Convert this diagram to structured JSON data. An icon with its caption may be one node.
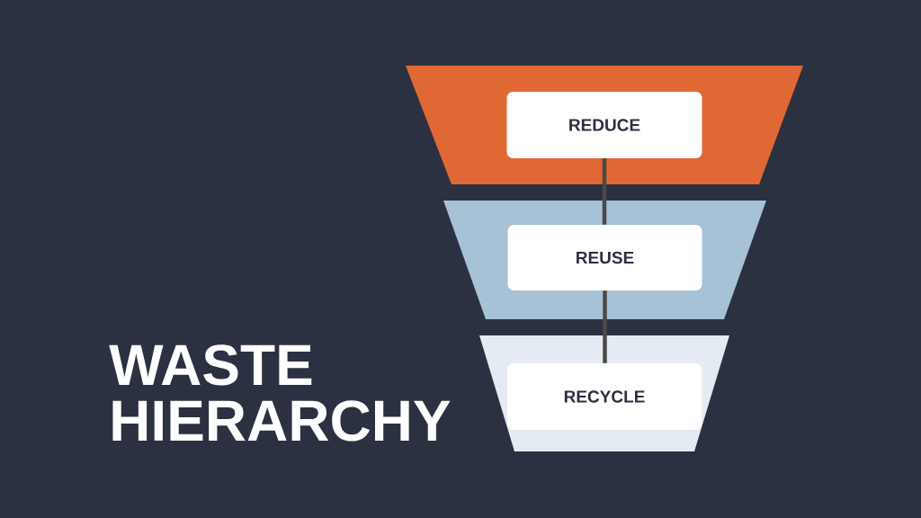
{
  "diagram": {
    "title": "WASTE HIERARCHY",
    "nodes": [
      {
        "text": [],
        "shape": "trapezoid"
      },
      {
        "text": [
          "REDUCE"
        ],
        "in": 0
      },
      {
        "text": [],
        "shape": "trapezoid"
      },
      {
        "text": [
          "REUSE"
        ],
        "in": 2
      },
      {
        "text": [],
        "shape": "trapezoid"
      },
      {
        "text": [
          "RECYCLE"
        ],
        "in": 4
      }
    ],
    "edges": [
      {
        "from": 1,
        "to": 3,
        "arrow": "none"
      },
      {
        "from": 3,
        "to": 5,
        "arrow": "none"
      }
    ]
  }
}
